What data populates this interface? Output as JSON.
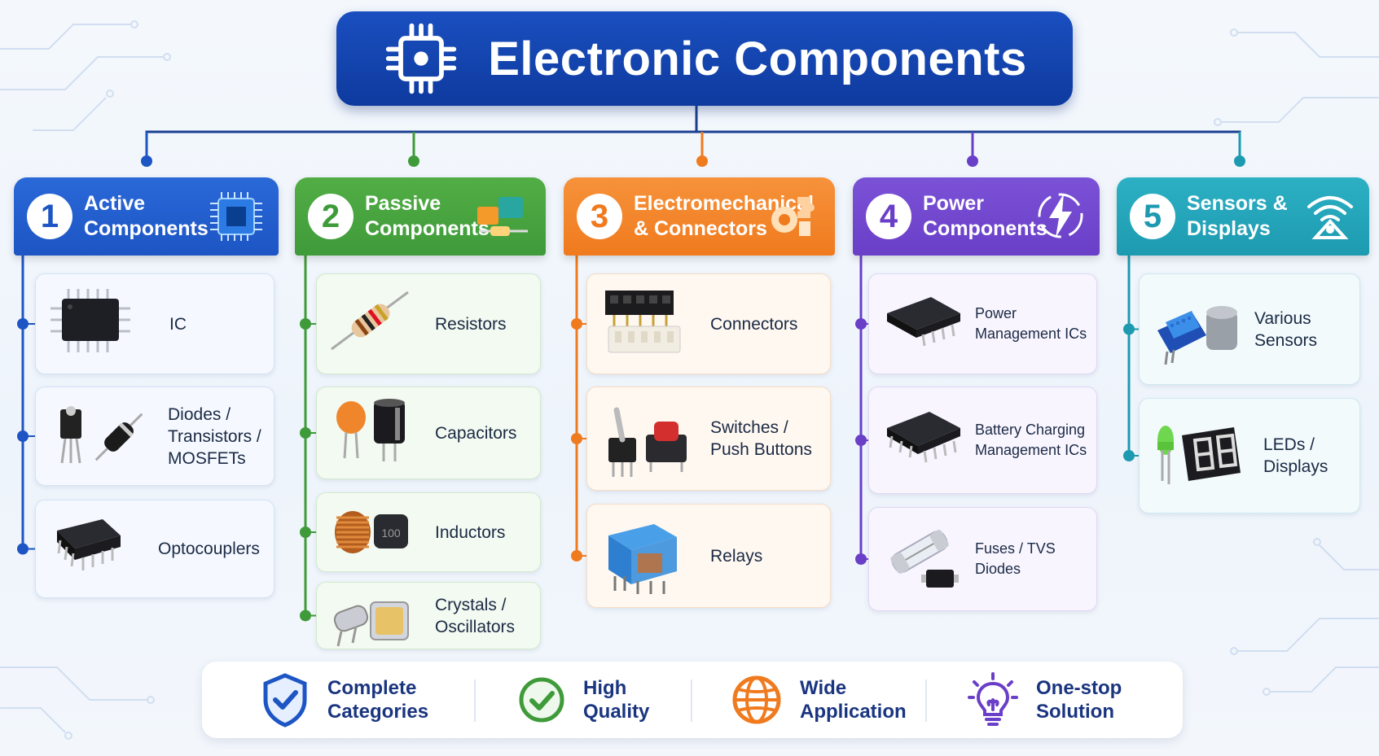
{
  "title": "Electronic Components",
  "colors": {
    "active": "#1d55c4",
    "passive": "#3f9b3a",
    "electromechanical": "#f07a1e",
    "power": "#6a3fc8",
    "sensors": "#1d9ab0"
  },
  "categories": [
    {
      "number": "1",
      "title": "Active\nComponents",
      "icon": "cpu-chip-icon",
      "items": [
        {
          "label": "IC",
          "icon": "ic-chip-icon"
        },
        {
          "label": "Diodes /\nTransistors /\nMOSFETs",
          "icon": "transistor-diode-icon"
        },
        {
          "label": "Optocouplers",
          "icon": "dip-package-icon"
        }
      ]
    },
    {
      "number": "2",
      "title": "Passive\nComponents",
      "icon": "passive-parts-icon",
      "items": [
        {
          "label": "Resistors",
          "icon": "resistor-icon"
        },
        {
          "label": "Capacitors",
          "icon": "capacitor-icon"
        },
        {
          "label": "Inductors",
          "icon": "inductor-icon"
        },
        {
          "label": "Crystals /\nOscillators",
          "icon": "crystal-icon"
        }
      ]
    },
    {
      "number": "3",
      "title": "Electromechanical\n& Connectors",
      "icon": "puzzle-gear-icon",
      "items": [
        {
          "label": "Connectors",
          "icon": "connector-icon"
        },
        {
          "label": "Switches /\nPush Buttons",
          "icon": "switch-icon"
        },
        {
          "label": "Relays",
          "icon": "relay-icon"
        }
      ]
    },
    {
      "number": "4",
      "title": "Power\nComponents",
      "icon": "lightning-icon",
      "items": [
        {
          "label": "Power\nManagement ICs",
          "icon": "power-ic-icon"
        },
        {
          "label": "Battery Charging\nManagement ICs",
          "icon": "charging-ic-icon"
        },
        {
          "label": "Fuses / TVS\nDiodes",
          "icon": "fuse-icon"
        }
      ]
    },
    {
      "number": "5",
      "title": "Sensors &\nDisplays",
      "icon": "wireless-sensor-icon",
      "items": [
        {
          "label": "Various\nSensors",
          "icon": "sensor-module-icon"
        },
        {
          "label": "LEDs /\nDisplays",
          "icon": "led-display-icon"
        }
      ]
    }
  ],
  "features": [
    {
      "label": "Complete\nCategories",
      "icon": "shield-check-icon",
      "color": "#1d55c4"
    },
    {
      "label": "High\nQuality",
      "icon": "circle-check-icon",
      "color": "#3f9b3a"
    },
    {
      "label": "Wide\nApplication",
      "icon": "globe-icon",
      "color": "#f07a1e"
    },
    {
      "label": "One-stop\nSolution",
      "icon": "lightbulb-icon",
      "color": "#6a3fc8"
    }
  ]
}
